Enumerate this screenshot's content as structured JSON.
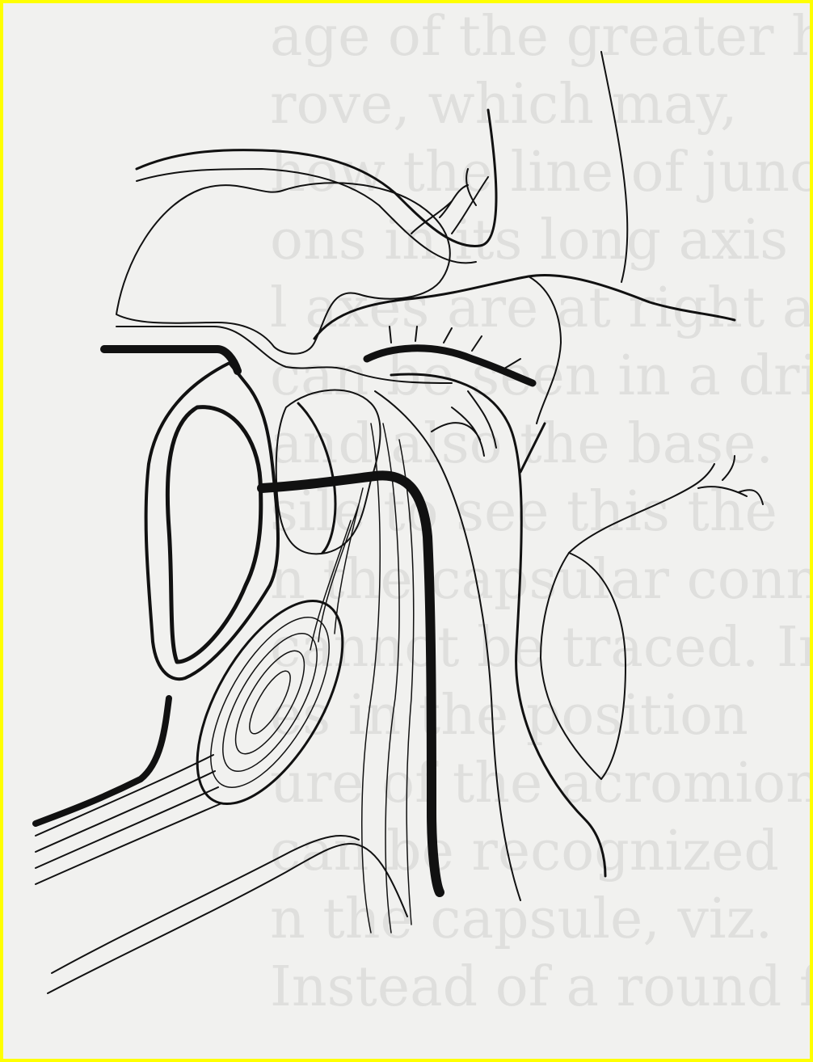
{
  "figure": {
    "border_color": "#ffff00",
    "ink_color": "#111111",
    "paper_color": "#f1f1ef",
    "show_through_text": [
      "age of the greater hor",
      "rove, which may,",
      "how the line of junction",
      "ons in its long axis",
      "l axes are at right an",
      "can be seen in a dried",
      "and also the base.",
      "sile to see this the",
      "n the capsular connexion",
      "cannot be traced. In",
      "es in the position",
      "ure of the acromion",
      "can be recognized",
      "n the capsule, viz.",
      "Instead of a round fold"
    ]
  }
}
